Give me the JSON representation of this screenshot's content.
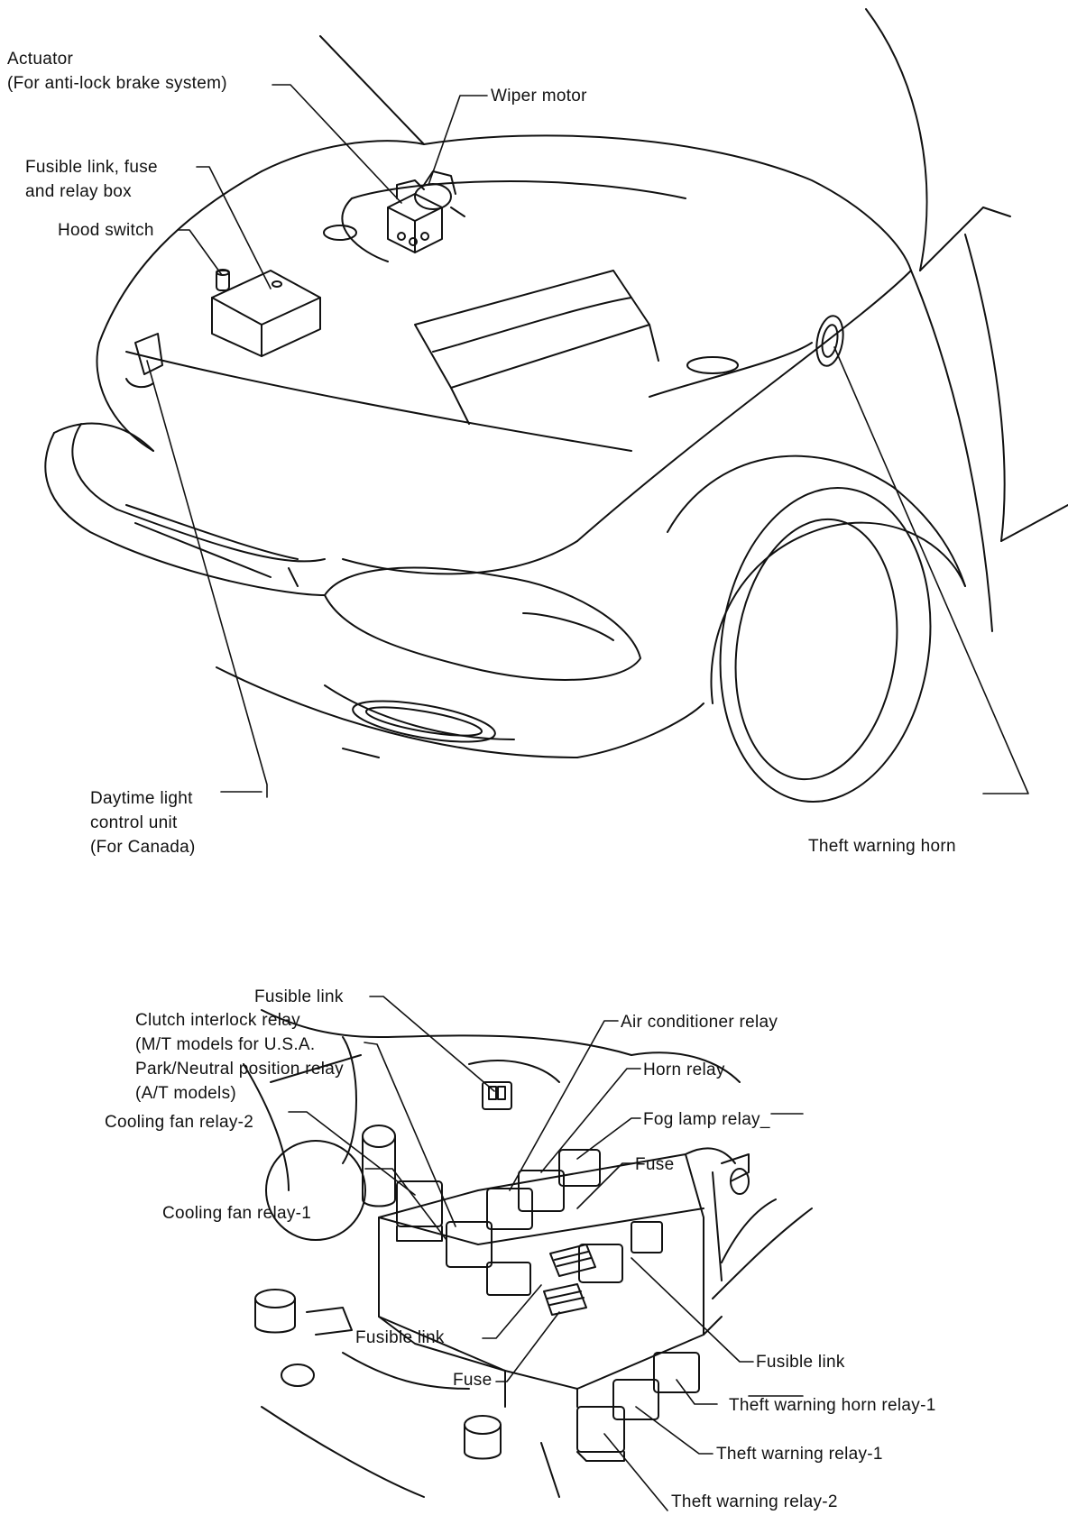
{
  "top_diagram": {
    "labels": {
      "actuator": [
        "Actuator",
        "(For anti-lock brake system)"
      ],
      "wiper_motor": "Wiper motor",
      "fusible_box": [
        "Fusible link, fuse",
        "and relay box"
      ],
      "hood_switch": "Hood switch",
      "daytime_light": [
        "Daytime light",
        "control unit",
        "(For Canada)"
      ],
      "theft_horn": "Theft warning horn"
    }
  },
  "bottom_diagram": {
    "labels": {
      "fusible_link_top": "Fusible link",
      "clutch_relay": [
        "Clutch interlock relay",
        "(M/T models for U.S.A."
      ],
      "park_neutral": [
        "Park/Neutral position relay",
        "(A/T models)"
      ],
      "cooling_fan_2": "Cooling fan relay-2",
      "cooling_fan_1": "Cooling fan relay-1",
      "fusible_link_mid": "Fusible link",
      "fuse_bottom": "Fuse",
      "air_conditioner": "Air conditioner relay",
      "horn_relay": "Horn relay",
      "fog_lamp": "Fog lamp relay_",
      "fuse_top": "Fuse",
      "fusible_link_right": "Fusible link",
      "theft_horn_relay_1": "Theft warning horn relay-1",
      "theft_relay_1": "Theft warning relay-1",
      "theft_relay_2": "Theft warning relay-2"
    }
  }
}
